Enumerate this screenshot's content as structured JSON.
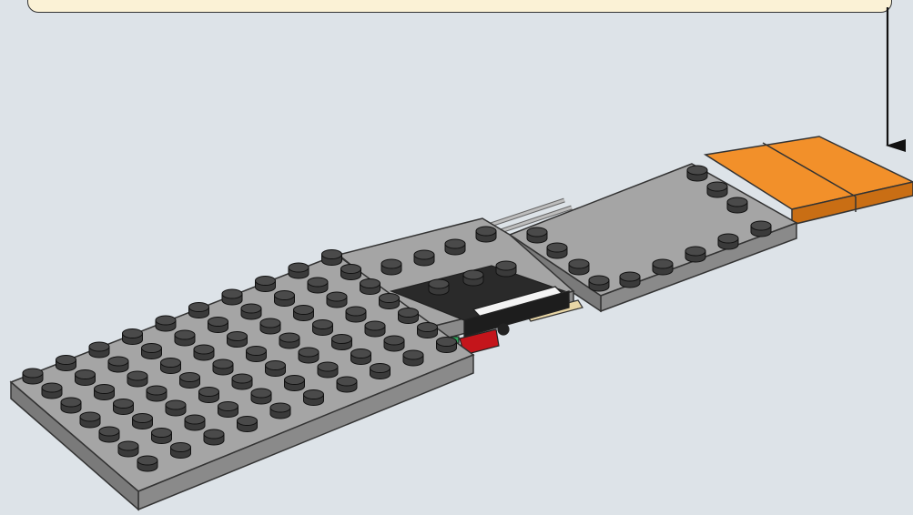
{
  "scene": {
    "background": "#dde3e8",
    "callout": {
      "fill": "#fbf2d6",
      "stroke": "#333333"
    },
    "colors": {
      "grey_plate": "#a5a5a5",
      "grey_side": "#8a8a8a",
      "stud": "#4a4a4a",
      "stud_top": "#2c2c2c",
      "orange": "#f2902a",
      "orange_side": "#c96e14",
      "black": "#2a2a2a",
      "white": "#f4f4f4",
      "red": "#c4151b",
      "tan": "#e8d6a6",
      "green": "#2fa35a"
    },
    "arrow_icon": "down-arrow-icon",
    "parts": [
      "large-grey-plate",
      "angled-grey-wedge-plate",
      "grey-plate-with-corner-studs",
      "orange-tile-pair",
      "black-white-technic-assembly",
      "red-slope-piece",
      "tan-tile",
      "grey-bars"
    ]
  }
}
